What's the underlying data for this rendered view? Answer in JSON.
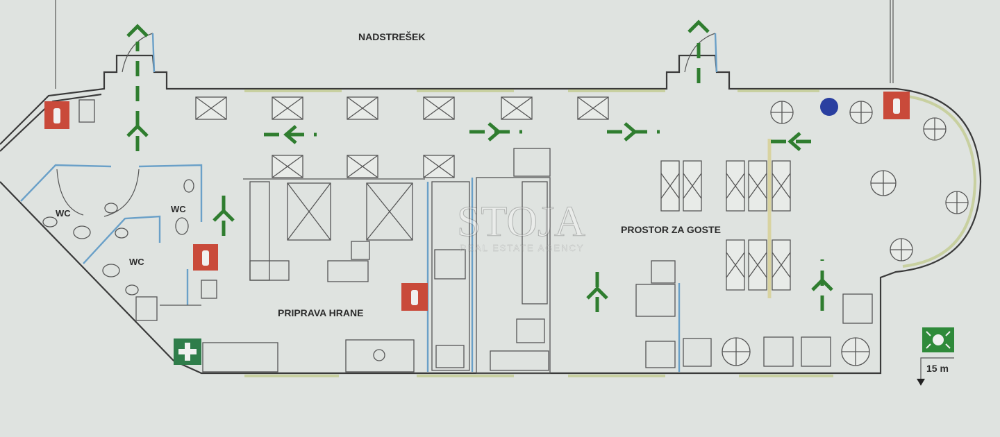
{
  "labels": {
    "canopy": "NADSTREŠEK",
    "guest_area": "PROSTOR ZA GOSTE",
    "food_prep": "PRIPRAVA HRANE",
    "wc_1": "WC",
    "wc_2": "WC",
    "wc_3": "WC",
    "assembly_distance": "15 m"
  },
  "watermark": {
    "brand": "STOJA",
    "tagline": "REAL ESTATE AGENCY"
  },
  "colors": {
    "background": "#dfe3e0",
    "walls": "#3a3a3a",
    "exit_arrows": "#2f7d2f",
    "fire_extinguisher": "#c94a3a",
    "first_aid": "#2f7d4a",
    "assembly_point": "#2f8a3a",
    "water_lines": "#6aa0c8"
  },
  "icons": [
    "fire-extinguisher-icon",
    "first-aid-icon",
    "assembly-point-icon",
    "exit-arrow-icon"
  ]
}
